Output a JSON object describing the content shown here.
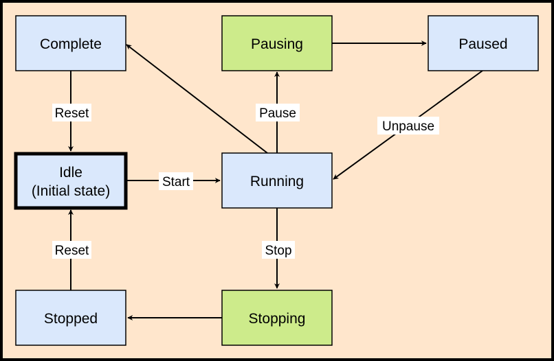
{
  "colors": {
    "frame": "#000000",
    "background": "#ffe6cc",
    "state_fill": "#dae8fc",
    "transition_state_fill": "#cdeb8b",
    "stroke": "#000000",
    "text": "#000000",
    "label_bg": "#ffffff"
  },
  "states": {
    "complete": "Complete",
    "pausing": "Pausing",
    "paused": "Paused",
    "idle_line1": "Idle",
    "idle_line2": "(Initial state)",
    "running": "Running",
    "stopped": "Stopped",
    "stopping": "Stopping"
  },
  "transitions": {
    "reset_top": "Reset",
    "pause": "Pause",
    "unpause": "Unpause",
    "start": "Start",
    "stop": "Stop",
    "reset_bottom": "Reset"
  }
}
